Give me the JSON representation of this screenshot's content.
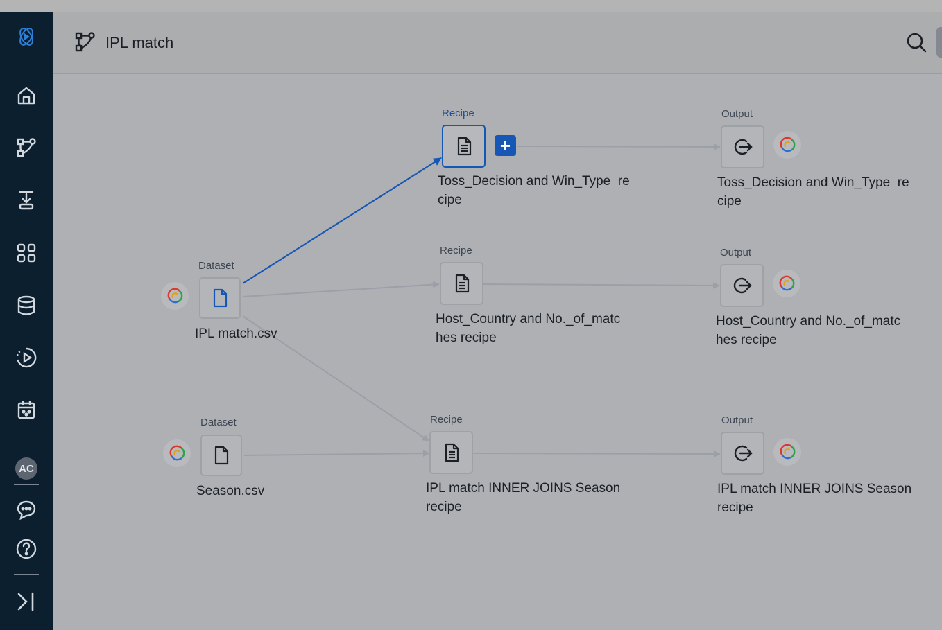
{
  "app": {
    "sidebar": {
      "items": [
        {
          "name": "home"
        },
        {
          "name": "flows"
        },
        {
          "name": "ingest"
        },
        {
          "name": "apps"
        },
        {
          "name": "database"
        },
        {
          "name": "runs"
        },
        {
          "name": "schedule"
        }
      ],
      "avatar": "AC",
      "bottom_items": [
        {
          "name": "chat"
        },
        {
          "name": "help"
        },
        {
          "name": "expand"
        }
      ]
    },
    "header": {
      "title": "IPL match"
    }
  },
  "flow": {
    "nodes": [
      {
        "id": "ds1",
        "type": "Dataset",
        "label": "IPL match.csv"
      },
      {
        "id": "ds2",
        "type": "Dataset",
        "label": "Season.csv"
      },
      {
        "id": "r1",
        "type": "Recipe",
        "label_line1": "Toss_Decision and Win_Type  re",
        "label_line2": "cipe"
      },
      {
        "id": "r2",
        "type": "Recipe",
        "label_line1": "Host_Country and No._of_matc",
        "label_line2": "hes recipe"
      },
      {
        "id": "r3",
        "type": "Recipe",
        "label_line1": "IPL match INNER JOINS Season",
        "label_line2": "recipe"
      },
      {
        "id": "o1",
        "type": "Output",
        "label_line1": "Toss_Decision and Win_Type  re",
        "label_line2": "cipe"
      },
      {
        "id": "o2",
        "type": "Output",
        "label_line1": "Host_Country and No._of_matc",
        "label_line2": "hes recipe"
      },
      {
        "id": "o3",
        "type": "Output",
        "label_line1": "IPL match INNER JOINS Season",
        "label_line2": "recipe"
      }
    ],
    "add_button": "+",
    "colors": {
      "accent": "#1657b5",
      "edge": "#9ba0a8",
      "sidebar": "#0b1f2e"
    }
  }
}
